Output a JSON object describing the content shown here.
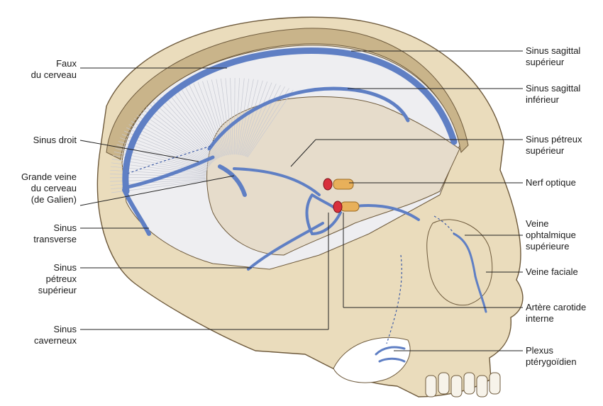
{
  "colors": {
    "bone": "#eadcbc",
    "bone_dark": "#c9b48a",
    "bone_outline": "#6e5a3c",
    "dura_bg": "#eeeef1",
    "vein": "#5f7fc4",
    "vein_dark": "#3f5da6",
    "nerve": "#e8b05a",
    "artery": "#d8303c",
    "brain_tissue": "#e6dccb"
  },
  "labels_left": [
    {
      "id": "faux",
      "lines": [
        "Faux",
        "du cerveau"
      ]
    },
    {
      "id": "sinus-droit",
      "lines": [
        "Sinus droit"
      ]
    },
    {
      "id": "galien",
      "lines": [
        "Grande veine",
        "du cerveau",
        "(de Galien)"
      ]
    },
    {
      "id": "transverse",
      "lines": [
        "Sinus",
        "transverse"
      ]
    },
    {
      "id": "petreux-left",
      "lines": [
        "Sinus",
        "pétreux",
        "supérieur"
      ]
    },
    {
      "id": "caverneux",
      "lines": [
        "Sinus",
        "caverneux"
      ]
    }
  ],
  "labels_right": [
    {
      "id": "sagittal-sup",
      "lines": [
        "Sinus sagittal",
        "supérieur"
      ]
    },
    {
      "id": "sagittal-inf",
      "lines": [
        "Sinus sagittal",
        "inférieur"
      ]
    },
    {
      "id": "petreux-right",
      "lines": [
        "Sinus pétreux",
        "supérieur"
      ]
    },
    {
      "id": "nerf-optique",
      "lines": [
        "Nerf optique"
      ]
    },
    {
      "id": "ophtalmique",
      "lines": [
        "Veine",
        "ophtalmique",
        "supérieure"
      ]
    },
    {
      "id": "faciale",
      "lines": [
        "Veine faciale"
      ]
    },
    {
      "id": "carotide",
      "lines": [
        "Artère carotide",
        "interne"
      ]
    },
    {
      "id": "pterygoidien",
      "lines": [
        "Plexus",
        "ptérygoïdien"
      ]
    }
  ]
}
